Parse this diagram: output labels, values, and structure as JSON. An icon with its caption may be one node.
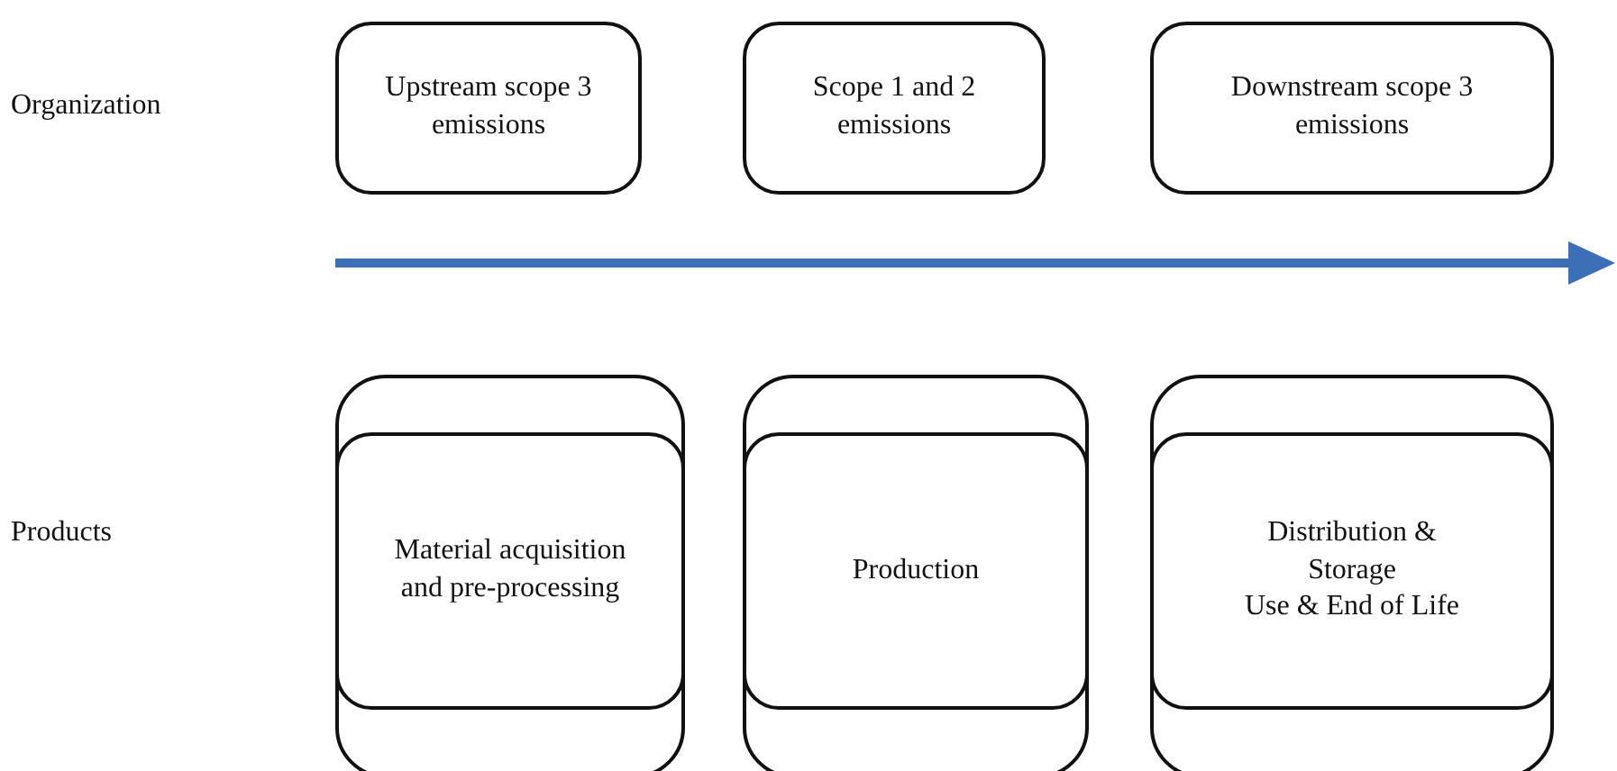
{
  "diagram": {
    "nodes": [
      {
        "text": [
          "Upstream scope 3 emissions"
        ]
      },
      {
        "text": [
          "Scope 1 and 2 emissions"
        ]
      },
      {
        "text": [
          "Downstream scope 3 emissions"
        ]
      },
      {
        "text": [],
        "shape": "box"
      },
      {
        "text": [
          "Material acquisition and pre-processing"
        ],
        "in": 3
      },
      {
        "text": [],
        "shape": "box"
      },
      {
        "text": [
          "Production"
        ],
        "in": 5
      },
      {
        "text": [],
        "shape": "box"
      },
      {
        "text": [
          "Distribution & Storage",
          "Use & End of Life"
        ],
        "in": 7
      }
    ],
    "labels": [
      "Organization",
      "Products"
    ]
  }
}
